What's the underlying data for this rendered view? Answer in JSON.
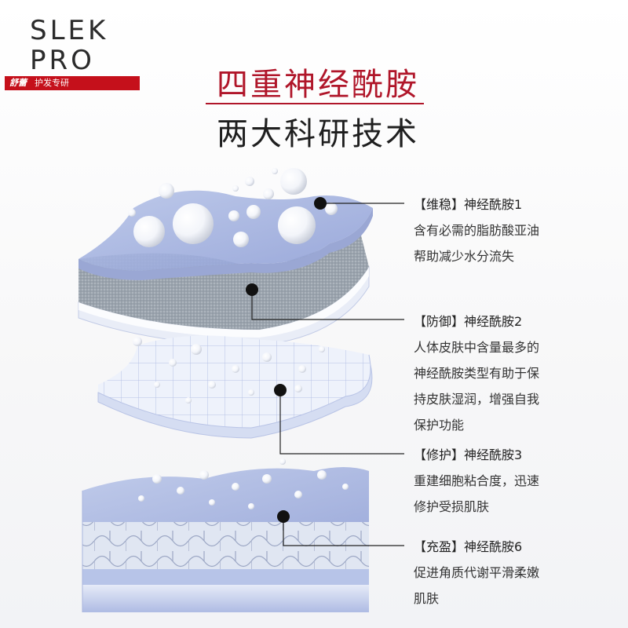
{
  "brand": {
    "line1": "SLEK",
    "line2": "PRO",
    "logo_text": "舒蕾",
    "tagline": "护发专研"
  },
  "title": {
    "line1": "四重神经酰胺",
    "line2": "两大科研技术"
  },
  "layers": [
    {
      "head": "【维稳】神经酰胺1",
      "lines": [
        "含有必需的脂肪酸亚油",
        "帮助减少水分流失"
      ]
    },
    {
      "head": "【防御】神经酰胺2",
      "lines": [
        "人体皮肤中含量最多的",
        "神经酰胺类型有助于保",
        "持皮肤湿润，增强自我",
        "保护功能"
      ]
    },
    {
      "head": "【修护】神经酰胺3",
      "lines": [
        "重建细胞粘合度，迅速",
        "修护受损肌肤"
      ]
    },
    {
      "head": "【充盈】神经酰胺6",
      "lines": [
        "促进角质代谢平滑柔嫩",
        "肌肤"
      ]
    }
  ],
  "colors": {
    "brand_red": "#c5101b",
    "title_red": "#b0162a",
    "layer_blue": "#c9d3ec",
    "layer_grey": "#9aa3ad"
  }
}
